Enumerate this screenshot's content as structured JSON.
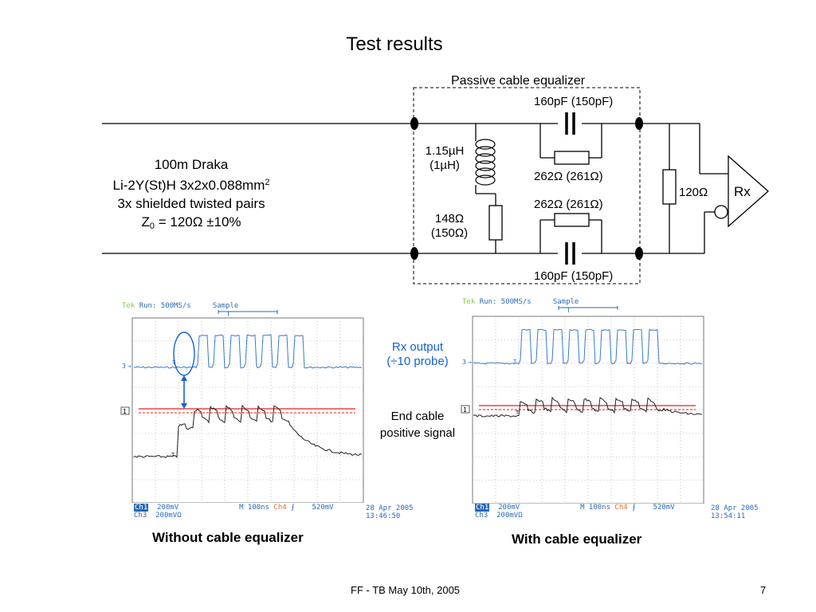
{
  "slide": {
    "title": "Test results",
    "footer_text": "FF - TB May 10th, 2005",
    "page_number": "7"
  },
  "cable": {
    "line1": "100m Draka",
    "line2_main": "Li-2Y(St)H 3x2x0.088mm",
    "line2_sup": "2",
    "line3": "3x shielded twisted pairs",
    "line4_z": "Z",
    "line4_sub": "0",
    "line4_rest": " = 120Ω ±10%"
  },
  "equalizer": {
    "box_title": "Passive cable equalizer",
    "cap_top": "160pF (150pF)",
    "inductor_l1": "1.15µH",
    "inductor_l2": "(1µH)",
    "res_top": "262Ω (261Ω)",
    "res_bottom": "262Ω (261Ω)",
    "res_shunt_l1": "148Ω",
    "res_shunt_l2": "(150Ω)",
    "cap_bottom": "160pF (150pF)",
    "termination": "120Ω",
    "receiver": "Rx"
  },
  "annotations": {
    "rx_output_l1": "Rx output",
    "rx_output_l2": "(÷10 probe)",
    "end_cable_l1": "End cable",
    "end_cable_l2": "positive signal"
  },
  "scopes": [
    {
      "tek": "Tek",
      "run": "Run: 500MS/s",
      "mode": "Sample",
      "ch1_label": "Ch1",
      "ch1_scale": "200mV",
      "timebase": "M  100ns",
      "trig_ch": "Ch4",
      "trig_level": "520mV",
      "ch3_label": "Ch3",
      "ch3_scale": "200mVΩ",
      "date": "28 Apr 2005",
      "time": "13:46:50",
      "caption": "Without  cable equalizer"
    },
    {
      "tek": "Tek",
      "run": "Run: 500MS/s",
      "mode": "Sample",
      "ch1_label": "Ch1",
      "ch1_scale": "200mV",
      "timebase": "M  100ns",
      "trig_ch": "Ch4",
      "trig_level": "520mV",
      "ch3_label": "Ch3",
      "ch3_scale": "200mVΩ",
      "date": "28 Apr 2005",
      "time": "13:54:11",
      "caption": "With  cable equalizer"
    }
  ],
  "marker_labels": {
    "ch3": "3",
    "ch1": "1",
    "trigger": "T"
  },
  "colors": {
    "scope_blue": "#2a6ab5",
    "scope_trace_blue": "#3a78c9",
    "annotation_blue": "#1560d8",
    "threshold_red": "#e02020",
    "tek_green": "#7fcf40",
    "trigger_orange": "#e86a2a"
  }
}
